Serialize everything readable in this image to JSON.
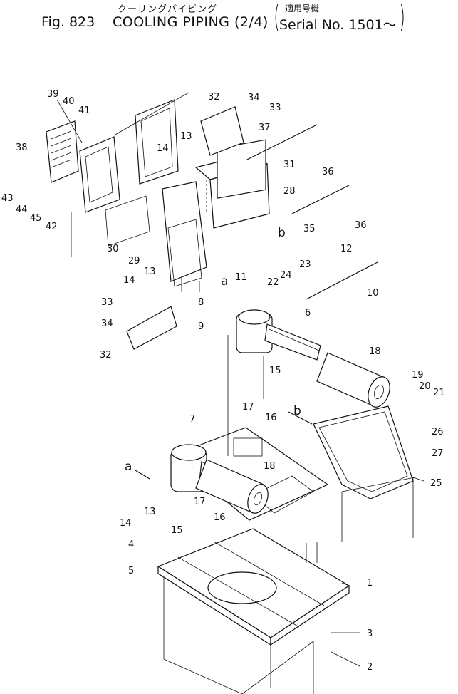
{
  "header": {
    "jp_title": "クーリングパイピング",
    "fig_label": "Fig. 823",
    "title": "COOLING PIPING (2/4)",
    "serial_jp": "適用号機",
    "serial": "Serial No. 1501～"
  },
  "callouts": {
    "c1": "1",
    "c2": "2",
    "c3": "3",
    "c4": "4",
    "c5": "5",
    "c6": "6",
    "c7": "7",
    "c8": "8",
    "c9": "9",
    "c10": "10",
    "c11": "11",
    "c12": "12",
    "c13a": "13",
    "c13b": "13",
    "c13c": "13",
    "c14a": "14",
    "c14b": "14",
    "c14c": "14",
    "c15a": "15",
    "c15b": "15",
    "c16a": "16",
    "c16b": "16",
    "c17a": "17",
    "c17b": "17",
    "c18a": "18",
    "c18b": "18",
    "c19": "19",
    "c20": "20",
    "c21": "21",
    "c22": "22",
    "c23": "23",
    "c24": "24",
    "c25": "25",
    "c26": "26",
    "c27": "27",
    "c28": "28",
    "c29": "29",
    "c30": "30",
    "c31": "31",
    "c32a": "32",
    "c32b": "32",
    "c33a": "33",
    "c33b": "33",
    "c34a": "34",
    "c34b": "34",
    "c35": "35",
    "c36a": "36",
    "c36b": "36",
    "c37": "37",
    "c38": "38",
    "c39": "39",
    "c40": "40",
    "c41": "41",
    "c42": "42",
    "c43": "43",
    "c44": "44",
    "c45": "45",
    "ref_a1": "a",
    "ref_a2": "a",
    "ref_b1": "b",
    "ref_b2": "b"
  }
}
